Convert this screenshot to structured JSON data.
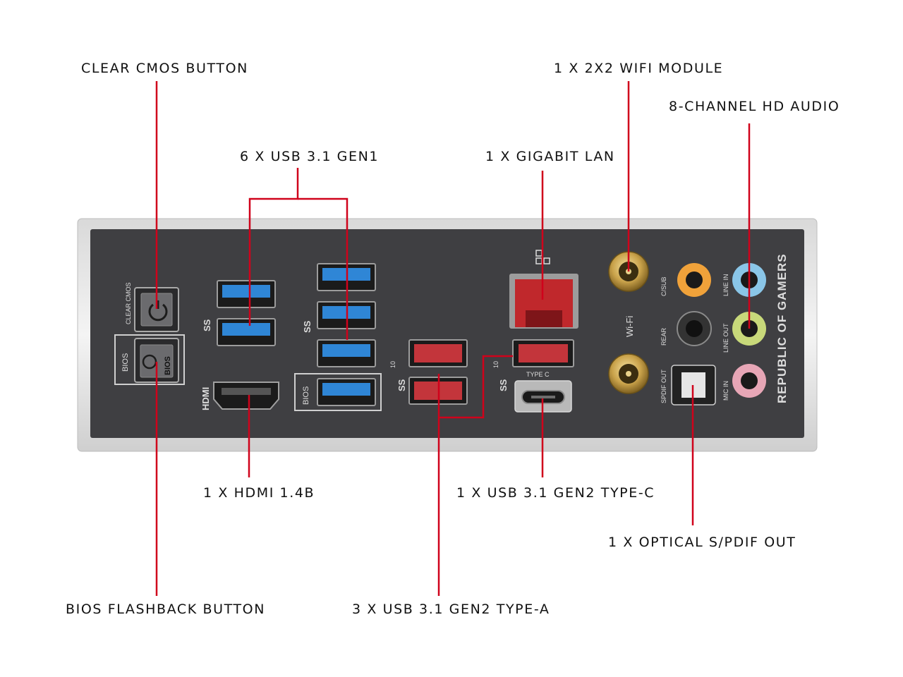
{
  "callouts": {
    "clear_cmos": "CLEAR CMOS BUTTON",
    "usb31_gen1": "6 X USB 3.1 GEN1",
    "gigabit_lan": "1 X GIGABIT LAN",
    "wifi_module": "1 X 2X2 WIFI MODULE",
    "hd_audio": "8-CHANNEL HD AUDIO",
    "hdmi": "1 X HDMI 1.4B",
    "usb_type_c": "1 X USB 3.1 GEN2 TYPE-C",
    "spdif": "1 X OPTICAL S/PDIF OUT",
    "bios_flashback": "BIOS FLASHBACK BUTTON",
    "usb_type_a": "3 X USB 3.1 GEN2 TYPE-A"
  },
  "plate": {
    "clear_cmos_label": "CLEAR CMOS",
    "bios_side_label": "BIOS",
    "bios_button_text": "BIOS",
    "hdmi_label": "HDMI",
    "usb_bios_label": "BIOS",
    "ss_logo": "SS",
    "ss10_superscript": "10",
    "type_c_label": "TYPE C",
    "wifi_label": "Wi-Fi",
    "csub_label": "C/SUB",
    "rear_label": "REAR",
    "spdif_out_label": "SPDIF OUT",
    "line_in_label": "LINE IN",
    "line_out_label": "LINE OUT",
    "mic_in_label": "MIC IN",
    "brand_text": "REPUBLIC OF GAMERS"
  },
  "colors": {
    "callout_line": "#d0021b",
    "plate": "#3f3f42",
    "usb_gen1": "#2f86d6",
    "usb_gen2": "#c3353b",
    "ethernet": "#c0282c",
    "audio_center": "#f0a23a",
    "audio_rear": "#333333",
    "audio_line_in": "#8ac6e8",
    "audio_line_out": "#c8d97a",
    "audio_mic_in": "#e7a6b6"
  }
}
